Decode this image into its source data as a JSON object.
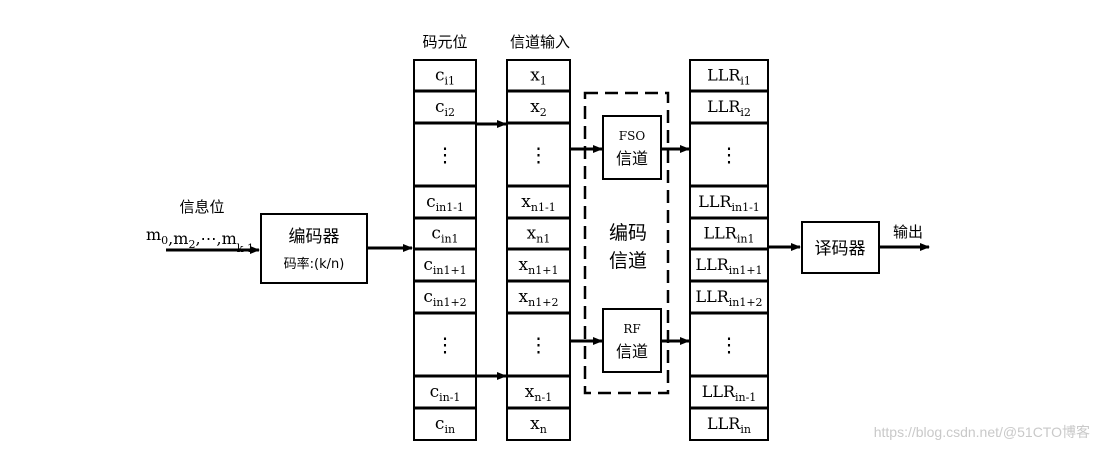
{
  "labels": {
    "info_bits": "信息位",
    "code_bits": "码元位",
    "channel_input": "信道输入",
    "output": "输出"
  },
  "input_seq": {
    "items": [
      {
        "base": "m",
        "sub": "0"
      },
      {
        "base": "m",
        "sub": "2"
      },
      {
        "base": "⋯",
        "sub": ""
      },
      {
        "base": "m",
        "sub": "k-1"
      }
    ]
  },
  "encoder": {
    "title": "编码器",
    "rate": "码率:(k/n)"
  },
  "code_column": [
    {
      "base": "c",
      "sub": "i1"
    },
    {
      "base": "c",
      "sub": "i2"
    },
    {
      "base": "⋮",
      "sub": ""
    },
    {
      "base": "c",
      "sub": "in1-1"
    },
    {
      "base": "c",
      "sub": "in1"
    },
    {
      "base": "c",
      "sub": "in1+1"
    },
    {
      "base": "c",
      "sub": "in1+2"
    },
    {
      "base": "⋮",
      "sub": ""
    },
    {
      "base": "c",
      "sub": "in-1"
    },
    {
      "base": "c",
      "sub": "in"
    }
  ],
  "channel_input_column": [
    {
      "base": "x",
      "sub": "1"
    },
    {
      "base": "x",
      "sub": "2"
    },
    {
      "base": "⋮",
      "sub": ""
    },
    {
      "base": "x",
      "sub": "n1-1"
    },
    {
      "base": "x",
      "sub": "n1"
    },
    {
      "base": "x",
      "sub": "n1+1"
    },
    {
      "base": "x",
      "sub": "n1+2"
    },
    {
      "base": "⋮",
      "sub": ""
    },
    {
      "base": "x",
      "sub": "n-1"
    },
    {
      "base": "x",
      "sub": "n"
    }
  ],
  "coded_channel": {
    "line1": "编码",
    "line2": "信道"
  },
  "fso_channel": {
    "line1": "FSO",
    "line2": "信道"
  },
  "rf_channel": {
    "line1": "RF",
    "line2": "信道"
  },
  "llr_column": [
    {
      "base": "LLR",
      "sub": "i1"
    },
    {
      "base": "LLR",
      "sub": "i2"
    },
    {
      "base": "⋮",
      "sub": ""
    },
    {
      "base": "LLR",
      "sub": "in1-1"
    },
    {
      "base": "LLR",
      "sub": "in1"
    },
    {
      "base": "LLR",
      "sub": "in1+1"
    },
    {
      "base": "LLR",
      "sub": "in1+2"
    },
    {
      "base": "⋮",
      "sub": ""
    },
    {
      "base": "LLR",
      "sub": "in-1"
    },
    {
      "base": "LLR",
      "sub": "in"
    }
  ],
  "decoder": {
    "title": "译码器"
  },
  "watermark": "https://blog.csdn.net/@51CTO博客"
}
